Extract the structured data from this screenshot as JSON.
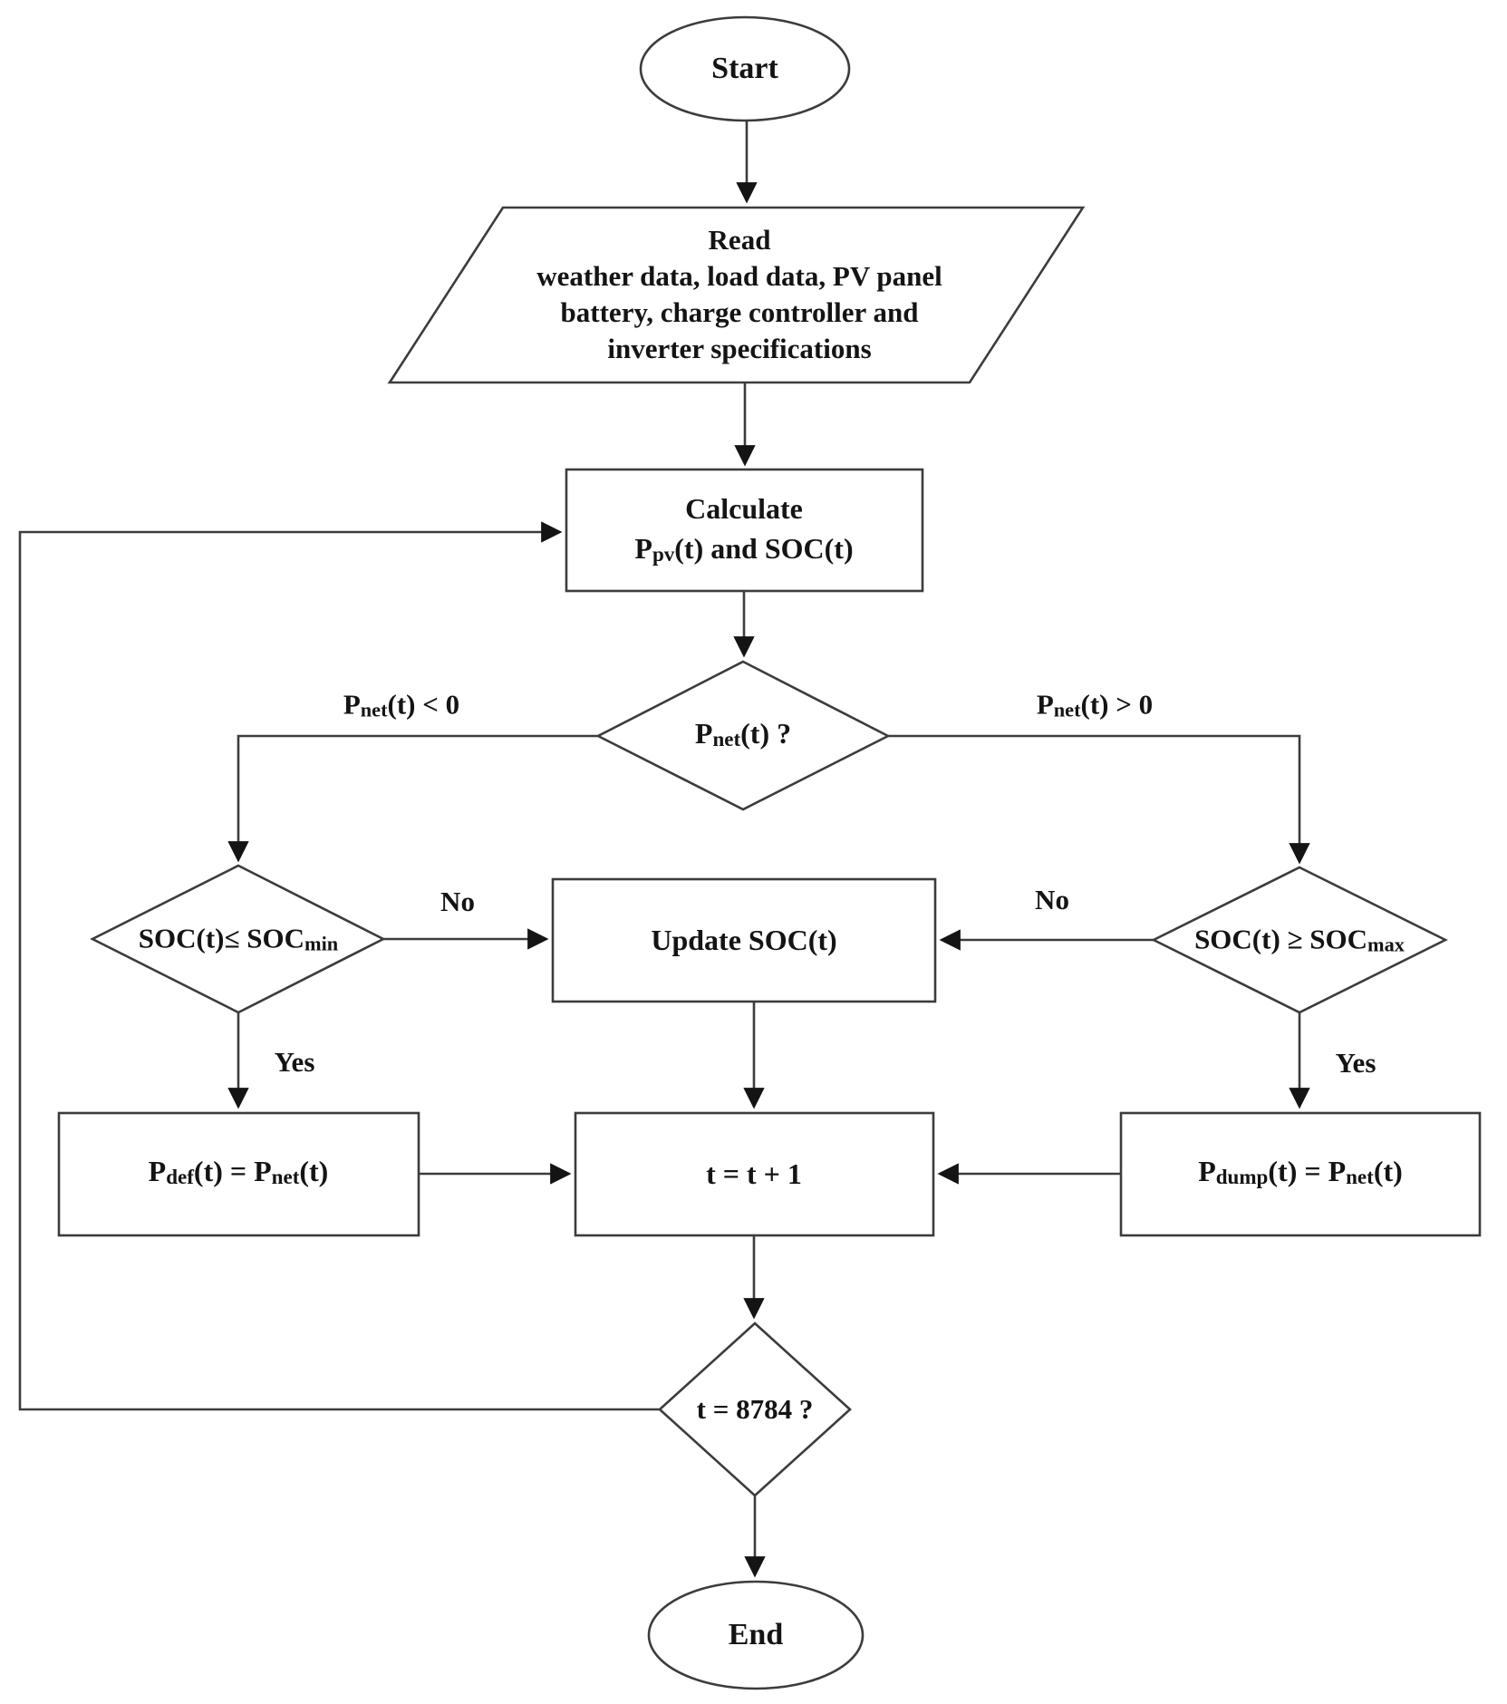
{
  "colors": {
    "background": "#ffffff",
    "ink": "#141414",
    "line": "#3c3c3c"
  },
  "nodes": {
    "start": {
      "shape": "terminator",
      "lines": [
        [
          {
            "t": "Start"
          }
        ]
      ]
    },
    "read": {
      "shape": "parallelogram",
      "lines": [
        [
          {
            "t": "Read"
          }
        ],
        [
          {
            "t": "weather data, load data, PV panel"
          }
        ],
        [
          {
            "t": "battery, charge controller and"
          }
        ],
        [
          {
            "t": "inverter specifications"
          }
        ]
      ]
    },
    "calculate": {
      "shape": "process",
      "lines": [
        [
          {
            "t": "Calculate"
          }
        ],
        [
          {
            "t": "P"
          },
          {
            "t": "pv",
            "sub": true
          },
          {
            "t": "(t) and SOC(t)"
          }
        ]
      ]
    },
    "pnet_decision": {
      "shape": "decision",
      "lines": [
        [
          {
            "t": "P"
          },
          {
            "t": "net",
            "sub": true
          },
          {
            "t": "(t) ?"
          }
        ]
      ]
    },
    "soc_min_decision": {
      "shape": "decision",
      "lines": [
        [
          {
            "t": "SOC(t)≤ SOC"
          },
          {
            "t": "min",
            "sub": true
          }
        ]
      ]
    },
    "update_soc": {
      "shape": "process",
      "lines": [
        [
          {
            "t": "Update SOC(t)"
          }
        ]
      ]
    },
    "soc_max_decision": {
      "shape": "decision",
      "lines": [
        [
          {
            "t": "SOC(t) ≥ SOC"
          },
          {
            "t": "max",
            "sub": true
          }
        ]
      ]
    },
    "pdef": {
      "shape": "process",
      "lines": [
        [
          {
            "t": "P"
          },
          {
            "t": "def",
            "sub": true
          },
          {
            "t": "(t) = P"
          },
          {
            "t": "net",
            "sub": true
          },
          {
            "t": "(t)"
          }
        ]
      ]
    },
    "t_increment": {
      "shape": "process",
      "lines": [
        [
          {
            "t": "t = t + 1"
          }
        ]
      ]
    },
    "pdump": {
      "shape": "process",
      "lines": [
        [
          {
            "t": "P"
          },
          {
            "t": "dump",
            "sub": true
          },
          {
            "t": "(t) = P"
          },
          {
            "t": "net",
            "sub": true
          },
          {
            "t": "(t)"
          }
        ]
      ]
    },
    "t_check": {
      "shape": "decision",
      "lines": [
        [
          {
            "t": "t = 8784 ?"
          }
        ]
      ]
    },
    "end": {
      "shape": "terminator",
      "lines": [
        [
          {
            "t": "End"
          }
        ]
      ]
    }
  },
  "edge_labels": {
    "pnet_negative": {
      "lines": [
        [
          {
            "t": "P"
          },
          {
            "t": "net",
            "sub": true
          },
          {
            "t": "(t) < 0"
          }
        ]
      ]
    },
    "pnet_positive": {
      "lines": [
        [
          {
            "t": "P"
          },
          {
            "t": "net",
            "sub": true
          },
          {
            "t": "(t) > 0"
          }
        ]
      ]
    },
    "no_left": {
      "text": "No"
    },
    "no_right": {
      "text": "No"
    },
    "yes_left": {
      "text": "Yes"
    },
    "yes_right": {
      "text": "Yes"
    }
  }
}
